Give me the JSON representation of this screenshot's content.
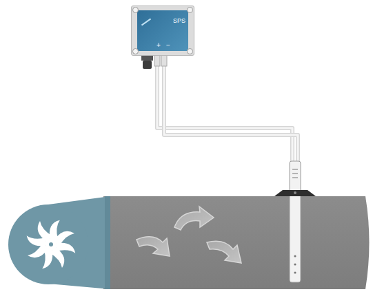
{
  "diagram": {
    "nodes": [
      {
        "text": [
          "SPS",
          "+",
          "−"
        ]
      }
    ]
  }
}
